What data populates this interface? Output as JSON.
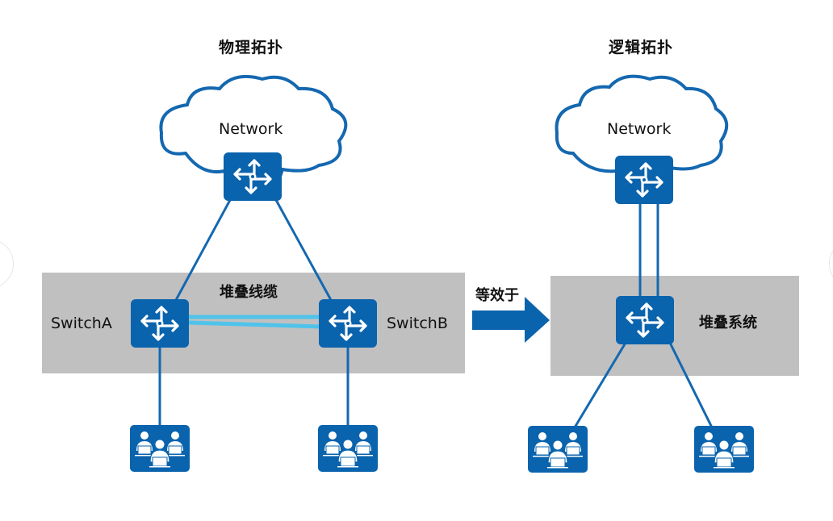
{
  "diagram": {
    "physical": {
      "title": "物理拓扑",
      "cloud_label": "Network",
      "stack_cable_label": "堆叠线缆",
      "switch_a_label": "SwitchA",
      "switch_b_label": "SwitchB"
    },
    "equivalence": {
      "label": "等效于"
    },
    "logical": {
      "title": "逻辑拓扑",
      "cloud_label": "Network",
      "stack_system_label": "堆叠系统"
    },
    "icons": {
      "switch": "router-switch-icon",
      "users": "user-group-icon",
      "cloud": "cloud-icon",
      "arrow": "right-arrow-icon"
    },
    "colors": {
      "device_blue": "#0a63ad",
      "link_blue": "#1468b0",
      "stack_cable": "#4fc3ea",
      "gray_region": "#c0c0c0"
    }
  }
}
